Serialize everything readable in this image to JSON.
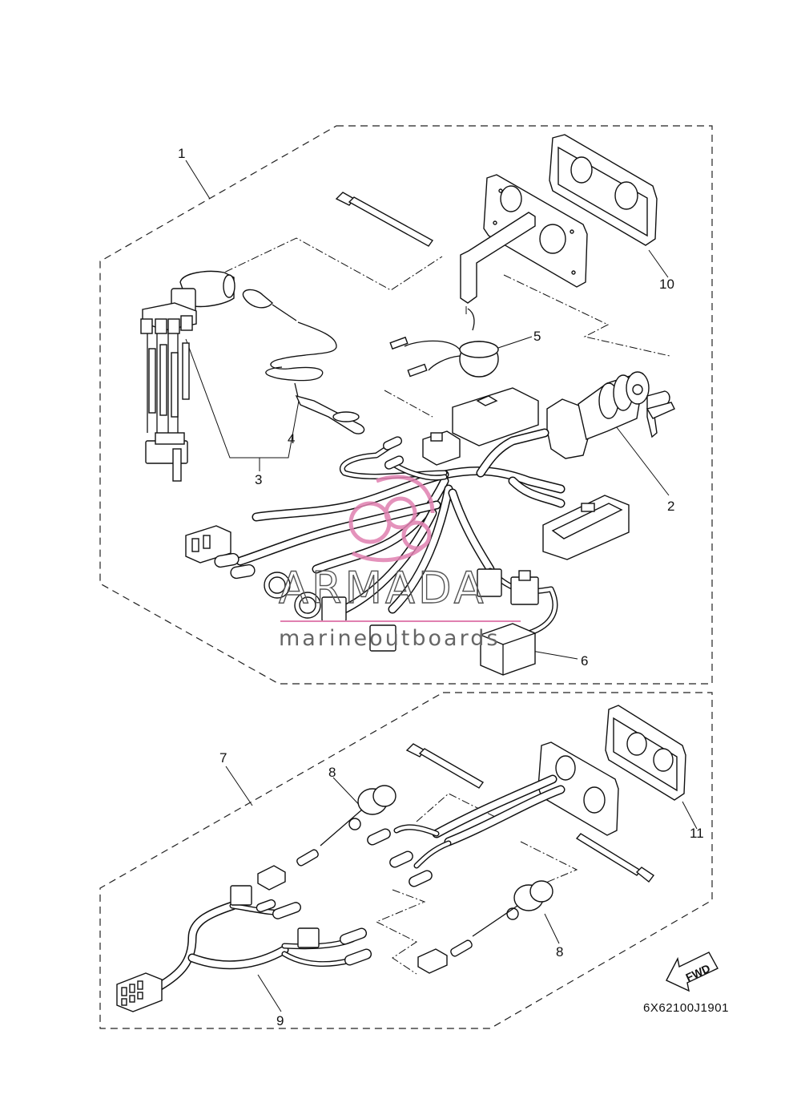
{
  "callouts": {
    "c1": "1",
    "c2": "2",
    "c3": "3",
    "c4": "4",
    "c5": "5",
    "c6": "6",
    "c7": "7",
    "c8a": "8",
    "c8b": "8",
    "c9": "9",
    "c10": "10",
    "c11": "11"
  },
  "diagram_code": "6X62100J1901",
  "fwd_label": "FWD",
  "watermark": {
    "brand": "ARMADA",
    "tagline": "marineoutboards",
    "color": "#e080b0"
  }
}
